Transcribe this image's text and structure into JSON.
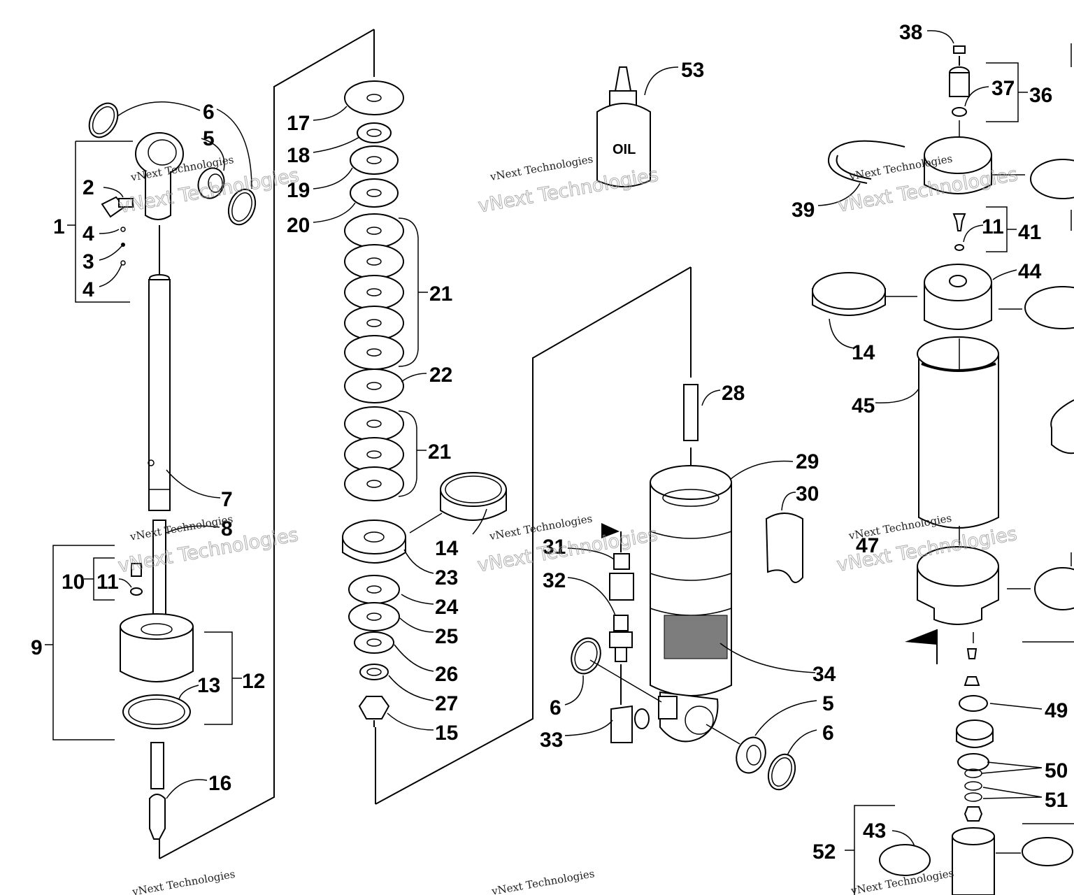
{
  "diagram": {
    "callouts": [
      "1",
      "2",
      "3",
      "4",
      "4",
      "5",
      "6",
      "7",
      "8",
      "9",
      "10",
      "11",
      "12",
      "13",
      "16",
      "17",
      "18",
      "19",
      "20",
      "21",
      "22",
      "21",
      "23",
      "14",
      "24",
      "25",
      "26",
      "27",
      "15",
      "53",
      "28",
      "29",
      "30",
      "31",
      "32",
      "6",
      "33",
      "34",
      "5",
      "6",
      "38",
      "37",
      "36",
      "39",
      "11",
      "41",
      "44",
      "14",
      "45",
      "47",
      "49",
      "50",
      "51",
      "52",
      "43"
    ],
    "bottle_label": "OIL"
  },
  "watermark": {
    "line1": "vNext Technologies",
    "line2": "vNext Technologies"
  }
}
